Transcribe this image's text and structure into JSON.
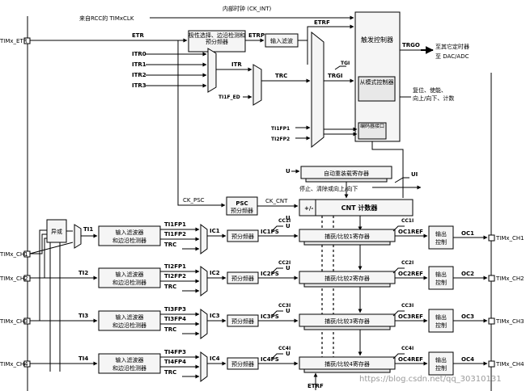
{
  "inputs": {
    "etr": "TIMx_ETR",
    "ch1": "TIMx_CH1",
    "ch2": "TIMx_CH2",
    "ch3": "TIMx_CH3",
    "ch4": "TIMx_CH4"
  },
  "outputs": {
    "ch1": "TIMx_CH1",
    "ch2": "TIMx_CH2",
    "ch3": "TIMx_CH3",
    "ch4": "TIMx_CH4"
  },
  "top": {
    "ck_int": "内部时钟 (CK_INT)",
    "rcc": "来自RCC的 TIMxCLK"
  },
  "signals": {
    "etr": "ETR",
    "etrp": "ETRP",
    "etrf": "ETRF",
    "itr0": "ITR0",
    "itr1": "ITR1",
    "itr2": "ITR2",
    "itr3": "ITR3",
    "itr": "ITR",
    "trc": "TRC",
    "ti1f_ed": "TI1F_ED",
    "tgi": "TGI",
    "trgi": "TRGI",
    "ti1fp1": "TI1FP1",
    "ti2fp2": "TI2FP2",
    "trgo": "TRGO",
    "ck_psc": "CK_PSC",
    "ck_cnt": "CK_CNT",
    "u": "U",
    "ui": "UI",
    "ti1": "TI1",
    "ti2": "TI2",
    "ti3": "TI3",
    "ti4": "TI4",
    "etrf_bottom": "ETRF"
  },
  "blocks": {
    "polarity": "极性选择、边沿检测和预分频器",
    "input_filter": "输入滤波",
    "trigger_ctrl": "触发控制器",
    "slave_ctrl": "从模式控制器",
    "encoder": "编码器接口",
    "autoreload": "自动重装载寄存器",
    "stop_clear": "停止、清除或向上/向下",
    "psc": "PSC",
    "psc_sub": "预分频器",
    "cnt_sign": "+/-",
    "cnt": "CNT 计数器",
    "xor": "异或",
    "filter_edge": "输入滤波器和边沿检测器",
    "prescaler": "预分频器",
    "output_ctrl": "输出控制"
  },
  "notes": {
    "trgo_dest": "至其它定时器",
    "trgo_dest2": "至 DAC/ADC",
    "reset_note": "复位、使能、",
    "reset_note2": "向上/向下、计数"
  },
  "channels": [
    {
      "tia": "TI1FP1",
      "tib": "TI1FP2",
      "trc": "TRC",
      "ic": "IC1",
      "icps": "IC1PS",
      "cc": "CC1I",
      "reg": "捕获/比较1寄存器",
      "ocref": "OC1REF",
      "oc": "OC1"
    },
    {
      "tia": "TI2FP1",
      "tib": "TI2FP2",
      "trc": "TRC",
      "ic": "IC2",
      "icps": "IC2PS",
      "cc": "CC2I",
      "reg": "捕获/比较2寄存器",
      "ocref": "OC2REF",
      "oc": "OC2"
    },
    {
      "tia": "TI3FP3",
      "tib": "TI3FP4",
      "trc": "TRC",
      "ic": "IC3",
      "icps": "IC3PS",
      "cc": "CC3I",
      "reg": "捕获/比较3寄存器",
      "ocref": "OC3REF",
      "oc": "OC3"
    },
    {
      "tia": "TI4FP3",
      "tib": "TI4FP4",
      "trc": "TRC",
      "ic": "IC4",
      "icps": "IC4PS",
      "cc": "CC4I",
      "reg": "捕获/比较4寄存器",
      "ocref": "OC4REF",
      "oc": "OC4"
    }
  ],
  "watermark": "https://blog.csdn.net/qq_30310131"
}
